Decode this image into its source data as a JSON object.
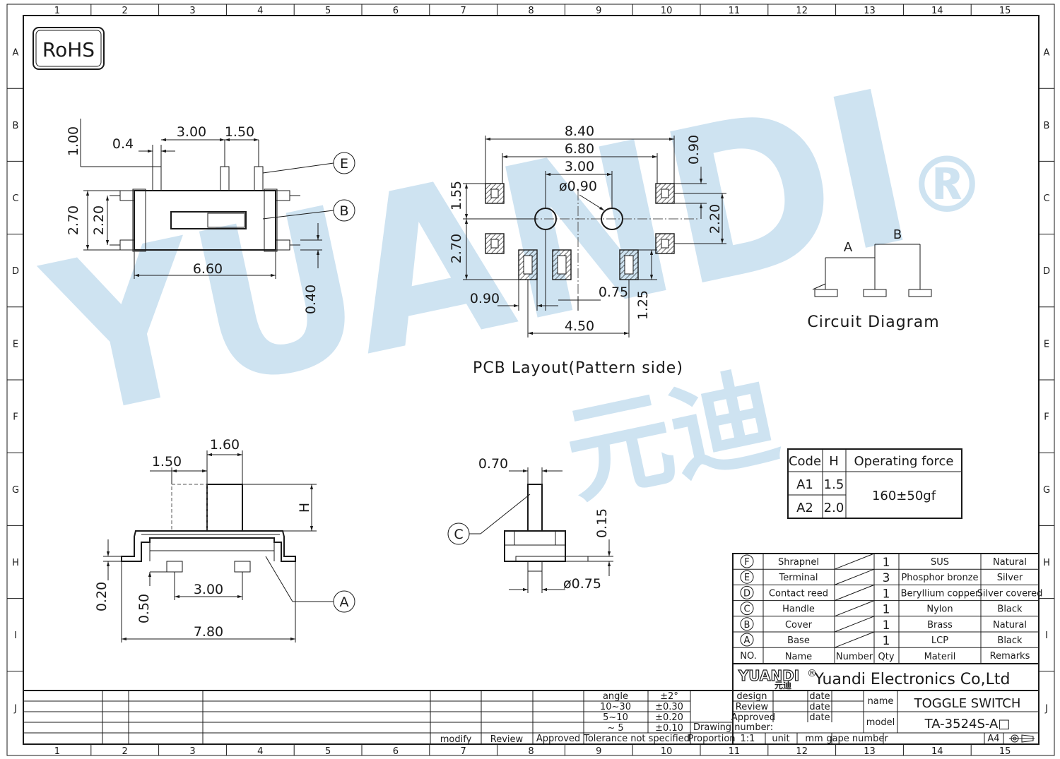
{
  "frame": {
    "columns": [
      "1",
      "2",
      "3",
      "4",
      "5",
      "6",
      "7",
      "8",
      "9",
      "10",
      "11",
      "12",
      "13",
      "14",
      "15"
    ],
    "rows": [
      "A",
      "B",
      "C",
      "D",
      "E",
      "F",
      "G",
      "H",
      "I",
      "J"
    ]
  },
  "rohs": "RoHS",
  "watermark": {
    "brand": "YUANDI",
    "chinese": "元迪",
    "reg": "®",
    "color": "#8dbde0"
  },
  "top_view": {
    "dims": [
      "1.00",
      "0.4",
      "3.00",
      "1.50",
      "2.70",
      "2.20",
      "6.60",
      "0.40"
    ],
    "callouts": [
      "E",
      "B"
    ]
  },
  "pcb": {
    "dims": [
      "8.40",
      "6.80",
      "3.00",
      "ø0.90",
      "0.90",
      "1.55",
      "2.20",
      "2.70",
      "0.90",
      "0.75",
      "1.25",
      "4.50"
    ],
    "caption": "PCB Layout(Pattern side)"
  },
  "circuit": {
    "labels": [
      "A",
      "B"
    ],
    "caption": "Circuit Diagram"
  },
  "front_view": {
    "dims": [
      "1.60",
      "1.50",
      "H",
      "0.20",
      "0.50",
      "3.00",
      "7.80"
    ],
    "callout": "A"
  },
  "side_view": {
    "dims": [
      "0.70",
      "0.15",
      "ø0.75"
    ],
    "callout": "C"
  },
  "force_table": {
    "headers": [
      "Code",
      "H",
      "Operating force"
    ],
    "rows": [
      [
        "A1",
        "1.5"
      ],
      [
        "A2",
        "2.0"
      ]
    ],
    "force": "160±50gf"
  },
  "bom": {
    "rows": [
      {
        "no": "F",
        "name": "Shrapnel",
        "qty": "1",
        "material": "SUS",
        "remarks": "Natural"
      },
      {
        "no": "E",
        "name": "Terminal",
        "qty": "3",
        "material": "Phosphor bronze",
        "remarks": "Silver"
      },
      {
        "no": "D",
        "name": "Contact reed",
        "qty": "1",
        "material": "Beryllium copper",
        "remarks": "Silver covered"
      },
      {
        "no": "C",
        "name": "Handle",
        "qty": "1",
        "material": "Nylon",
        "remarks": "Black"
      },
      {
        "no": "B",
        "name": "Cover",
        "qty": "1",
        "material": "Brass",
        "remarks": "Natural"
      },
      {
        "no": "A",
        "name": "Base",
        "qty": "1",
        "material": "LCP",
        "remarks": "Black"
      }
    ],
    "headers": {
      "no": "NO.",
      "name": "Name",
      "number": "Number",
      "qty": "Qty",
      "material": "Materil",
      "remarks": "Remarks"
    }
  },
  "title_block": {
    "logo": "YUANDI",
    "logo_cn": "元迪",
    "logo_reg": "®",
    "company": "Yuandi Electronics Co,Ltd",
    "design": "design",
    "review": "Review",
    "approved": "Approved",
    "date": "date",
    "name_label": "name",
    "name_value": "TOGGLE SWITCH",
    "model_label": "model",
    "model_value": "TA-3524S-A□",
    "drawing_number": "Drawing number:",
    "proportion": "Proportion",
    "scale": "1:1",
    "unit": "unit",
    "mm": "mm",
    "page_number": "gape number",
    "size": "A4",
    "tolerance": {
      "angle": "angle",
      "angle_v": "±2°",
      "r1": "10~30",
      "r1_v": "±0.30",
      "r2": "5~10",
      "r2_v": "±0.20",
      "r3": "~ 5",
      "r3_v": "±0.10",
      "label": "Tolerance not specified"
    },
    "rev_labels": {
      "modify": "modify",
      "review": "Review",
      "approved": "Approved"
    }
  }
}
